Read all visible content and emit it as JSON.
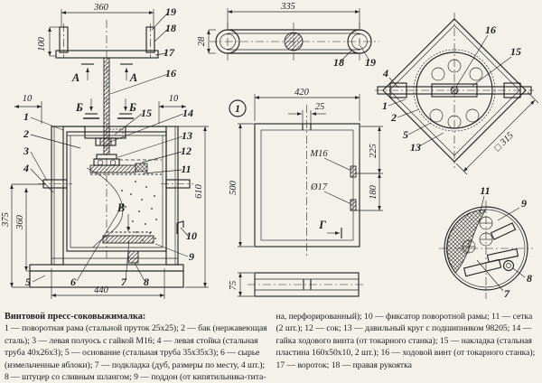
{
  "colors": {
    "ink": "#262626",
    "paper": "#f3f1ea"
  },
  "front_view": {
    "dims": {
      "w360": "360",
      "h100": "100",
      "g10_left": "10",
      "g10_right": "10",
      "h375": "375",
      "h360": "360",
      "h610": "610",
      "w440": "440"
    },
    "labels": {
      "1": "1",
      "2": "2",
      "3": "3",
      "4": "4",
      "5": "5",
      "6": "6",
      "7": "7",
      "8": "8",
      "9": "9",
      "10": "10",
      "11": "11",
      "12": "12",
      "13": "13",
      "14": "14",
      "15": "15",
      "16": "16",
      "17": "17",
      "18": "18",
      "19": "19"
    },
    "letters": {
      "section_a": "А",
      "section_b": "Б",
      "direction_v": "В"
    }
  },
  "handle_section": {
    "dims": {
      "l335": "335",
      "h28": "28"
    },
    "labels": {
      "18": "18",
      "19": "19"
    }
  },
  "frame_top_view": {
    "labels": {
      "16": "16",
      "15": "15",
      "4": "4",
      "1": "1",
      "2": "2",
      "5": "5",
      "13": "13"
    },
    "dim_315": "□ 315"
  },
  "tank_wall_view": {
    "view_mark": "1",
    "dims": {
      "w420": "420",
      "s25": "25",
      "h500": "500",
      "t225": "225",
      "t180": "180",
      "p75": "75"
    },
    "thread": "М16",
    "hole": "Ø17",
    "letter_g": "Г"
  },
  "pan_view": {
    "labels": {
      "11": "11",
      "9": "9",
      "8": "8",
      "7": "7"
    }
  },
  "caption": {
    "title": "Винтовой пресс-соковыжималка:",
    "left_lines": [
      "1 — поворотная рама (стальной пруток 25x25); 2 — бак (нержавеющая",
      "сталь); 3 — левая полуось с гайкой М16; 4 — левая стойка (стальная",
      "труба 40x26x3); 5 — основание (стальная труба 35x35x3); 6 — сырье",
      "(измельченные яблоки); 7 — подкладка (дуб, размеры по месту, 4 шт.);",
      "8 — штуцер со сливным шлангом; 9 — поддон (от кипятильника-тита-"
    ],
    "right_lines": [
      "на, перфорированный); 10 — фиксатор поворотной рамы; 11 — сетка",
      "(2 шт.); 12 — сок; 13 — давильный круг с подшипником 98205; 14 —",
      "гайка ходового винта (от токарного станка); 15 — накладка (стальная",
      "пластина 160x50x10, 2 шт.); 16 — ходовой винт (от токарного станка);",
      "17 — вороток; 18 — правая рукоятка"
    ]
  }
}
